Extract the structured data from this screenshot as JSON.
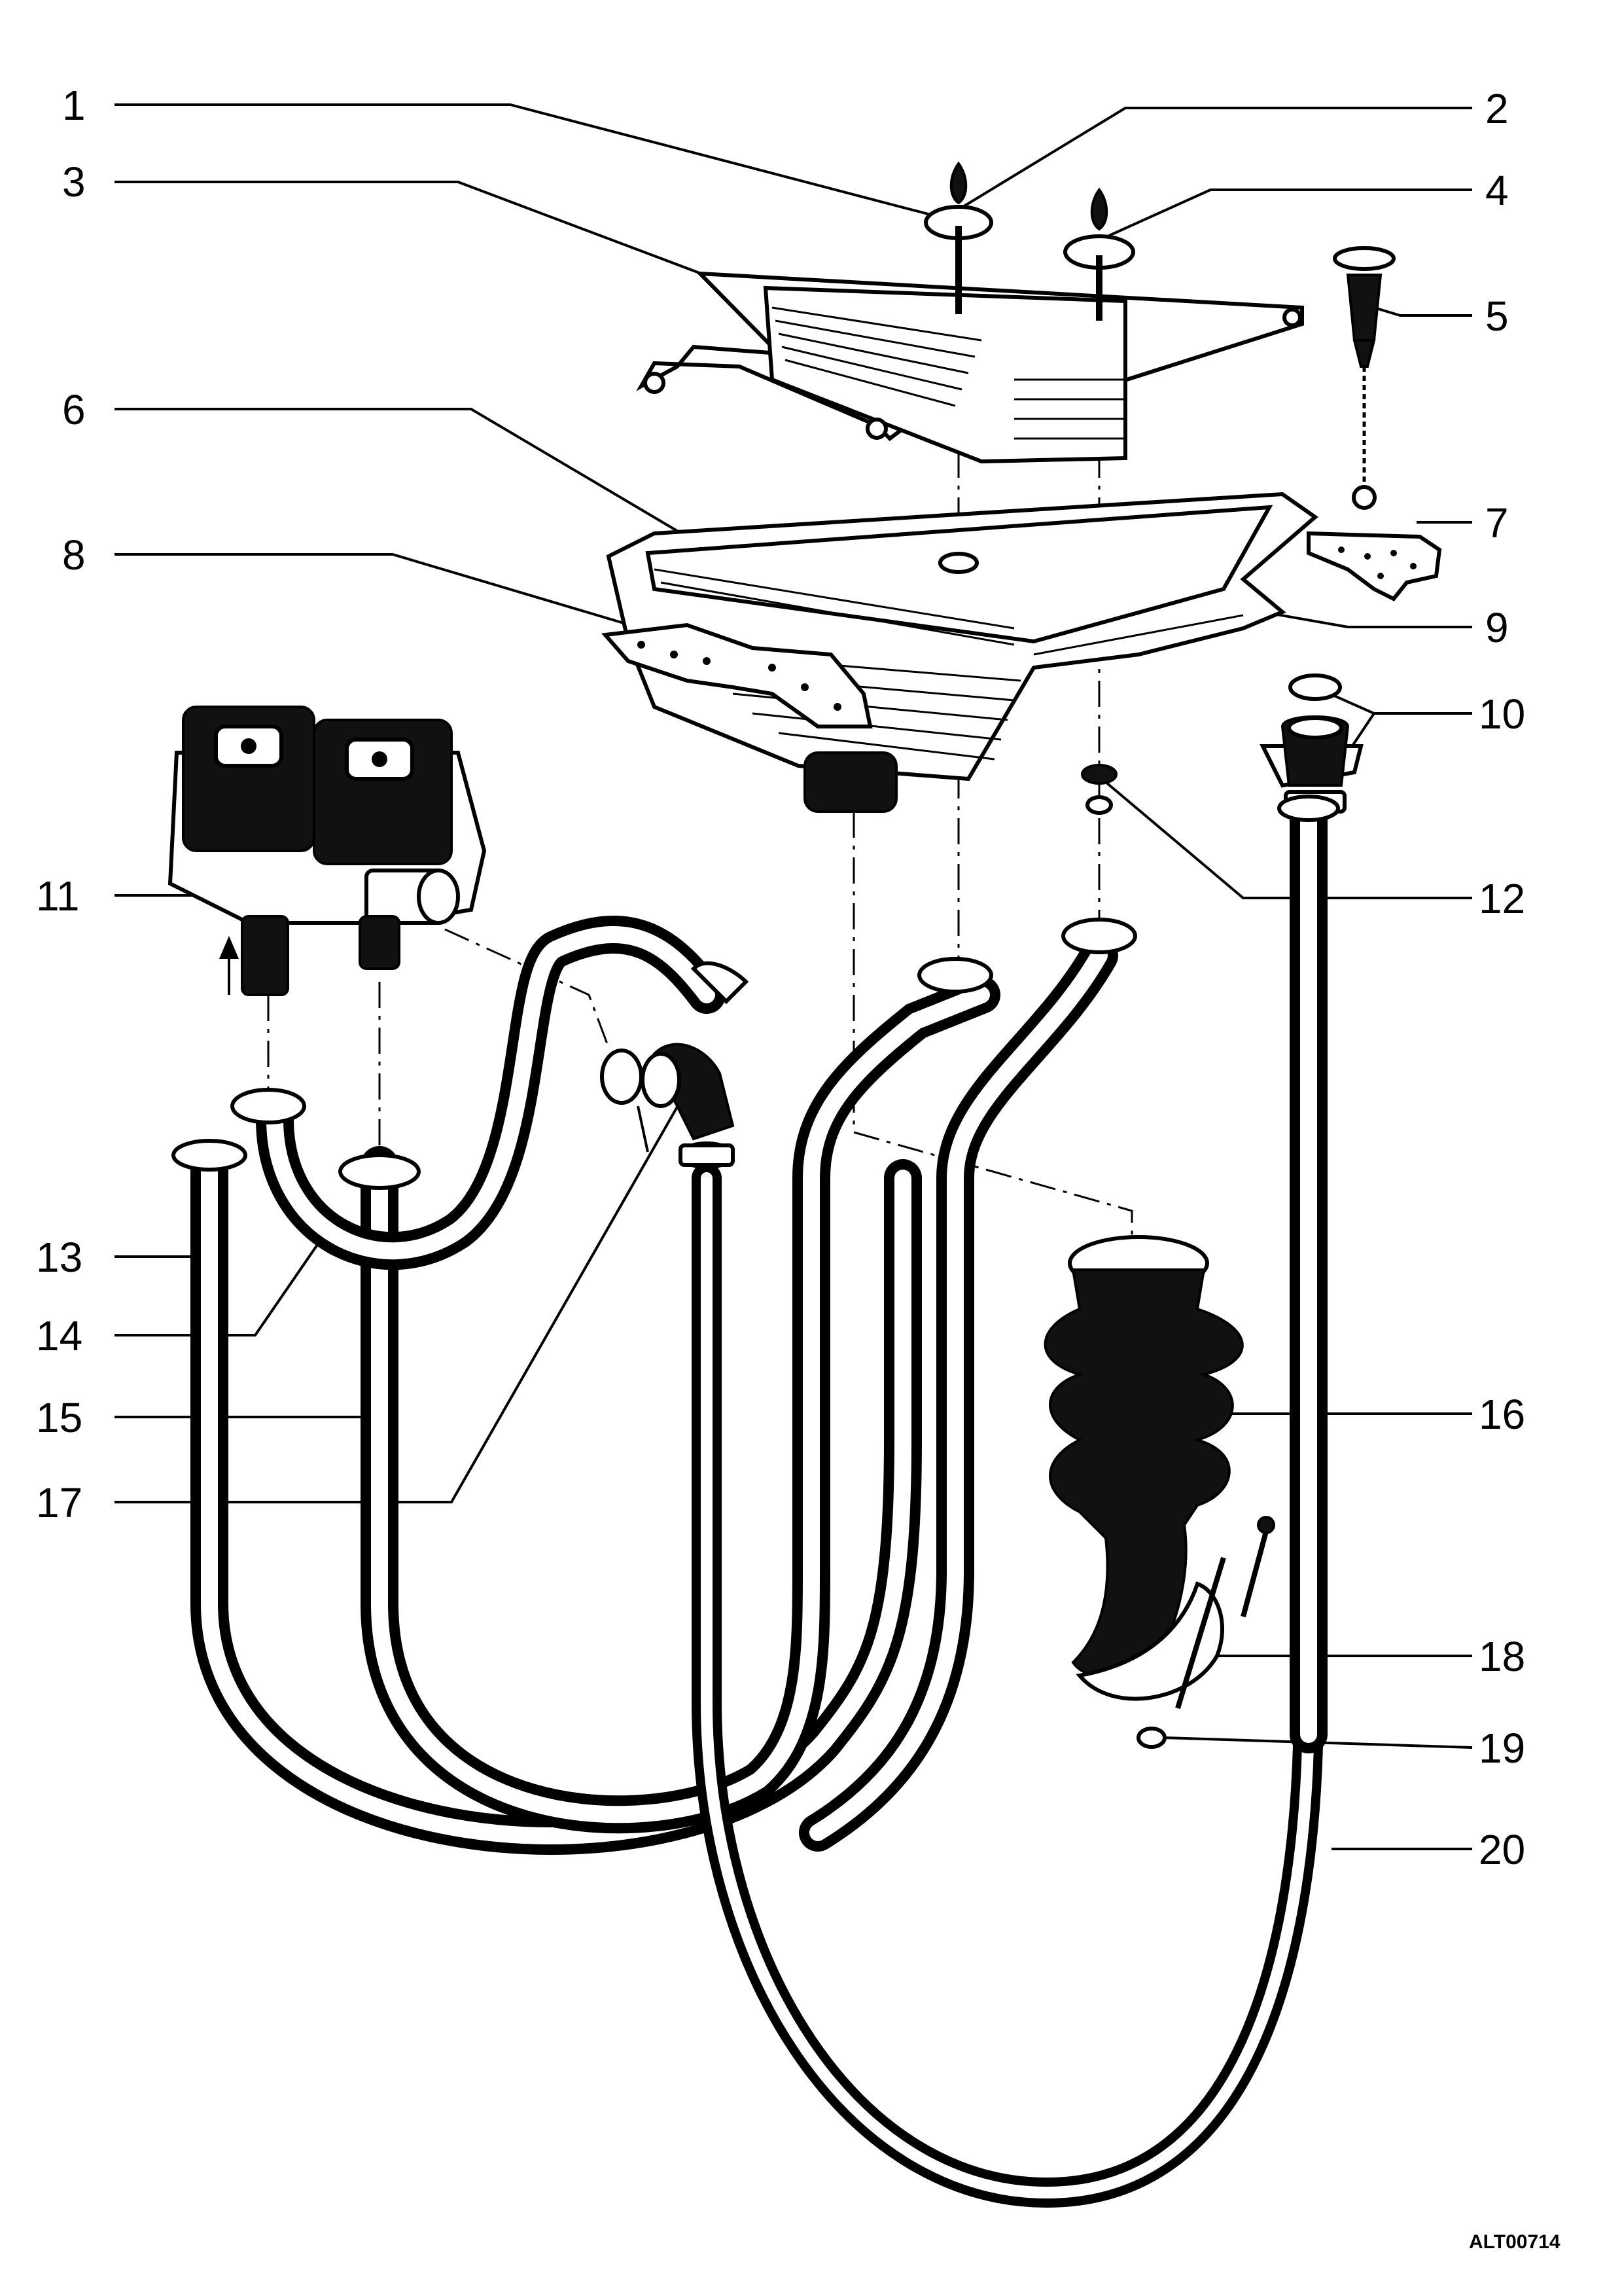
{
  "callouts": [
    {
      "id": "1",
      "label": "1"
    },
    {
      "id": "2",
      "label": "2"
    },
    {
      "id": "3",
      "label": "3"
    },
    {
      "id": "4",
      "label": "4"
    },
    {
      "id": "5",
      "label": "5"
    },
    {
      "id": "6",
      "label": "6"
    },
    {
      "id": "7",
      "label": "7"
    },
    {
      "id": "8",
      "label": "8"
    },
    {
      "id": "9",
      "label": "9"
    },
    {
      "id": "10",
      "label": "10"
    },
    {
      "id": "11",
      "label": "11"
    },
    {
      "id": "12",
      "label": "12"
    },
    {
      "id": "13",
      "label": "13"
    },
    {
      "id": "14",
      "label": "14"
    },
    {
      "id": "15",
      "label": "15"
    },
    {
      "id": "16",
      "label": "16"
    },
    {
      "id": "17",
      "label": "17"
    },
    {
      "id": "18",
      "label": "18"
    },
    {
      "id": "19",
      "label": "19"
    },
    {
      "id": "20",
      "label": "20"
    }
  ],
  "document_code": "ALT00714",
  "colors": {
    "ink": "#000000",
    "paper": "#ffffff"
  }
}
